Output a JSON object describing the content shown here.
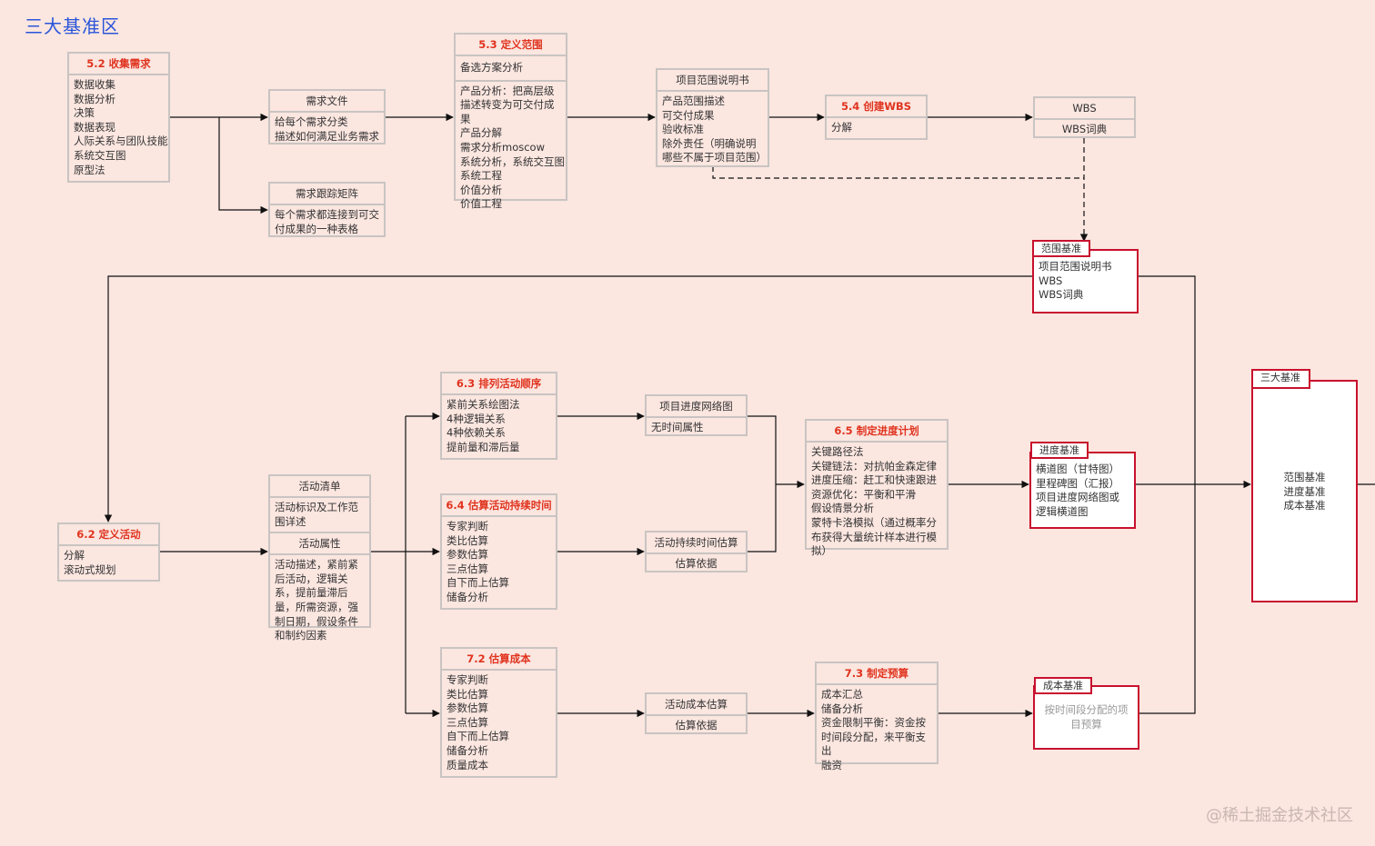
{
  "title": "三大基准区",
  "watermark": "@稀土掘金技术社区",
  "colors": {
    "background": "#fbe6e0",
    "title": "#2a55d9",
    "process_title": "#e0331e",
    "baseline_border": "#c8102e",
    "box_border": "#c9c4c2"
  },
  "nodes": {
    "collect_req": {
      "title": "5.2 收集需求",
      "items": [
        "数据收集",
        "数据分析",
        "决策",
        "数据表现",
        "人际关系与团队技能",
        "系统交互图",
        "原型法"
      ]
    },
    "req_doc": {
      "title": "需求文件",
      "items": [
        "给每个需求分类",
        "描述如何满足业务需求"
      ]
    },
    "req_matrix": {
      "title": "需求跟踪矩阵",
      "items": [
        "每个需求都连接到可交付成果的一种表格"
      ]
    },
    "define_scope": {
      "title": "5.3 定义范围",
      "section1": "备选方案分析",
      "items": [
        "产品分析：把高层级描述转变为可交付成果",
        "产品分解",
        "需求分析moscow",
        "系统分析，系统交互图",
        "系统工程",
        "价值分析",
        "价值工程"
      ]
    },
    "scope_statement": {
      "title": "项目范围说明书",
      "items": [
        "产品范围描述",
        "可交付成果",
        "验收标准",
        "除外责任（明确说明哪些不属于项目范围）"
      ]
    },
    "create_wbs": {
      "title": "5.4 创建WBS",
      "items": [
        "分解"
      ]
    },
    "wbs": {
      "title": "WBS",
      "items": [
        "WBS词典"
      ]
    },
    "scope_baseline": {
      "tag": "范围基准",
      "items": [
        "项目范围说明书",
        "WBS",
        "WBS词典"
      ]
    },
    "define_activities": {
      "title": "6.2 定义活动",
      "items": [
        "分解",
        "滚动式规划"
      ]
    },
    "activity_list": {
      "title": "活动清单",
      "section1": "活动标识及工作范围详述",
      "subtitle": "活动属性",
      "items": [
        "活动描述，紧前紧后活动，逻辑关系，提前量滞后量，所需资源，强制日期，假设条件和制约因素"
      ]
    },
    "sequence": {
      "title": "6.3 排列活动顺序",
      "items": [
        "紧前关系绘图法",
        "4种逻辑关系",
        "4种依赖关系",
        "提前量和滞后量"
      ]
    },
    "network": {
      "title": "项目进度网络图",
      "items": [
        "无时间属性"
      ]
    },
    "estimate_duration": {
      "title": "6.4 估算活动持续时间",
      "items": [
        "专家判断",
        "类比估算",
        "参数估算",
        "三点估算",
        "自下而上估算",
        "储备分析"
      ]
    },
    "duration_est": {
      "title": "活动持续时间估算",
      "items": [
        "估算依据"
      ]
    },
    "schedule": {
      "title": "6.5 制定进度计划",
      "items": [
        "关键路径法",
        "关键链法：对抗帕金森定律",
        "进度压缩：赶工和快速跟进",
        "资源优化：平衡和平滑",
        "假设情景分析",
        "蒙特卡洛模拟（通过概率分布获得大量统计样本进行模拟）"
      ]
    },
    "schedule_baseline": {
      "tag": "进度基准",
      "items": [
        "横道图（甘特图）",
        "里程碑图（汇报）",
        "项目进度网络图或逻辑横道图"
      ]
    },
    "estimate_cost": {
      "title": "7.2 估算成本",
      "items": [
        "专家判断",
        "类比估算",
        "参数估算",
        "三点估算",
        "自下而上估算",
        "储备分析",
        "质量成本"
      ]
    },
    "cost_est": {
      "title": "活动成本估算",
      "items": [
        "估算依据"
      ]
    },
    "budget": {
      "title": "7.3 制定预算",
      "items": [
        "成本汇总",
        "储备分析",
        "资金限制平衡：资金按时间段分配，来平衡支出",
        "融资"
      ]
    },
    "cost_baseline": {
      "tag": "成本基准",
      "items": [
        "按时间段分配的项目预算"
      ]
    },
    "three_baselines": {
      "tag": "三大基准",
      "items": [
        "范围基准",
        "进度基准",
        "成本基准"
      ]
    }
  }
}
